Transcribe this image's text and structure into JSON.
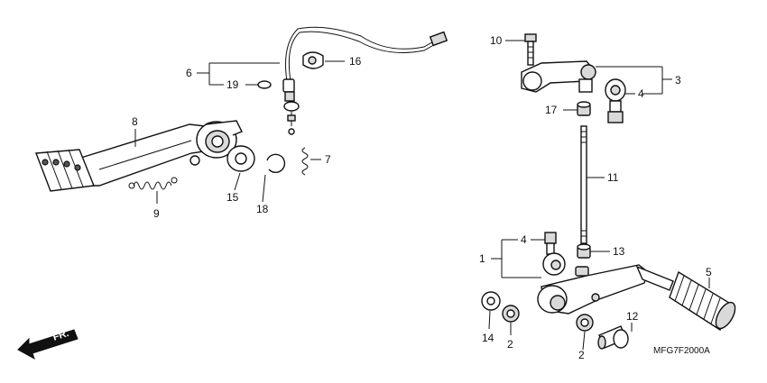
{
  "callouts": {
    "c1": "1",
    "c2a": "2",
    "c2b": "2",
    "c3": "3",
    "c4a": "4",
    "c4b": "4",
    "c5": "5",
    "c6": "6",
    "c7": "7",
    "c8": "8",
    "c9": "9",
    "c10": "10",
    "c11": "11",
    "c12": "12",
    "c13": "13",
    "c14": "14",
    "c15": "15",
    "c16": "16",
    "c17": "17",
    "c18": "18",
    "c19": "19"
  },
  "diagram_code": "MFG7F2000A",
  "direction_label": "FR."
}
